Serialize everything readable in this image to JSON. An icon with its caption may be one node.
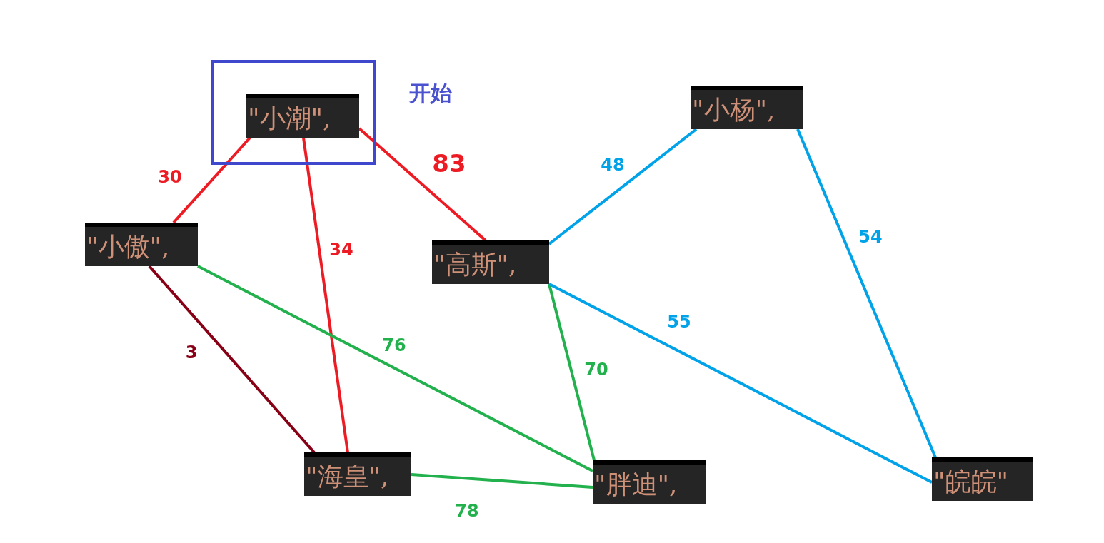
{
  "diagram": {
    "nodes": [
      {
        "text": [],
        "shape": "box",
        "beside": [
          "开始"
        ]
      },
      {
        "text": [
          "\"小潮\","
        ],
        "in": 0
      },
      {
        "text": [
          "\"小傲\","
        ]
      },
      {
        "text": [
          "\"高斯\","
        ]
      },
      {
        "text": [
          "\"小杨\","
        ]
      },
      {
        "text": [
          "\"海皇\","
        ]
      },
      {
        "text": [
          "\"胖迪\","
        ]
      },
      {
        "text": [
          "\"皖皖\""
        ]
      }
    ],
    "edges": [
      {
        "from": 1,
        "to": 2,
        "arrow": "none",
        "label": "30",
        "color": "#ed1c24"
      },
      {
        "from": 1,
        "to": 5,
        "arrow": "none",
        "label": "34",
        "color": "#ed1c24"
      },
      {
        "from": 1,
        "to": 3,
        "arrow": "none",
        "label": "83",
        "color": "#ed1c24"
      },
      {
        "from": 2,
        "to": 5,
        "arrow": "none",
        "label": "3",
        "color": "#880015"
      },
      {
        "from": 2,
        "to": 6,
        "arrow": "none",
        "label": "76",
        "color": "#22b14c"
      },
      {
        "from": 5,
        "to": 6,
        "arrow": "none",
        "label": "78",
        "color": "#22b14c"
      },
      {
        "from": 3,
        "to": 6,
        "arrow": "none",
        "label": "70",
        "color": "#22b14c"
      },
      {
        "from": 3,
        "to": 4,
        "arrow": "none",
        "label": "48",
        "color": "#00a2e8"
      },
      {
        "from": 3,
        "to": 7,
        "arrow": "none",
        "label": "55",
        "color": "#00a2e8"
      },
      {
        "from": 4,
        "to": 7,
        "arrow": "none",
        "label": "54",
        "color": "#00a2e8"
      }
    ]
  }
}
